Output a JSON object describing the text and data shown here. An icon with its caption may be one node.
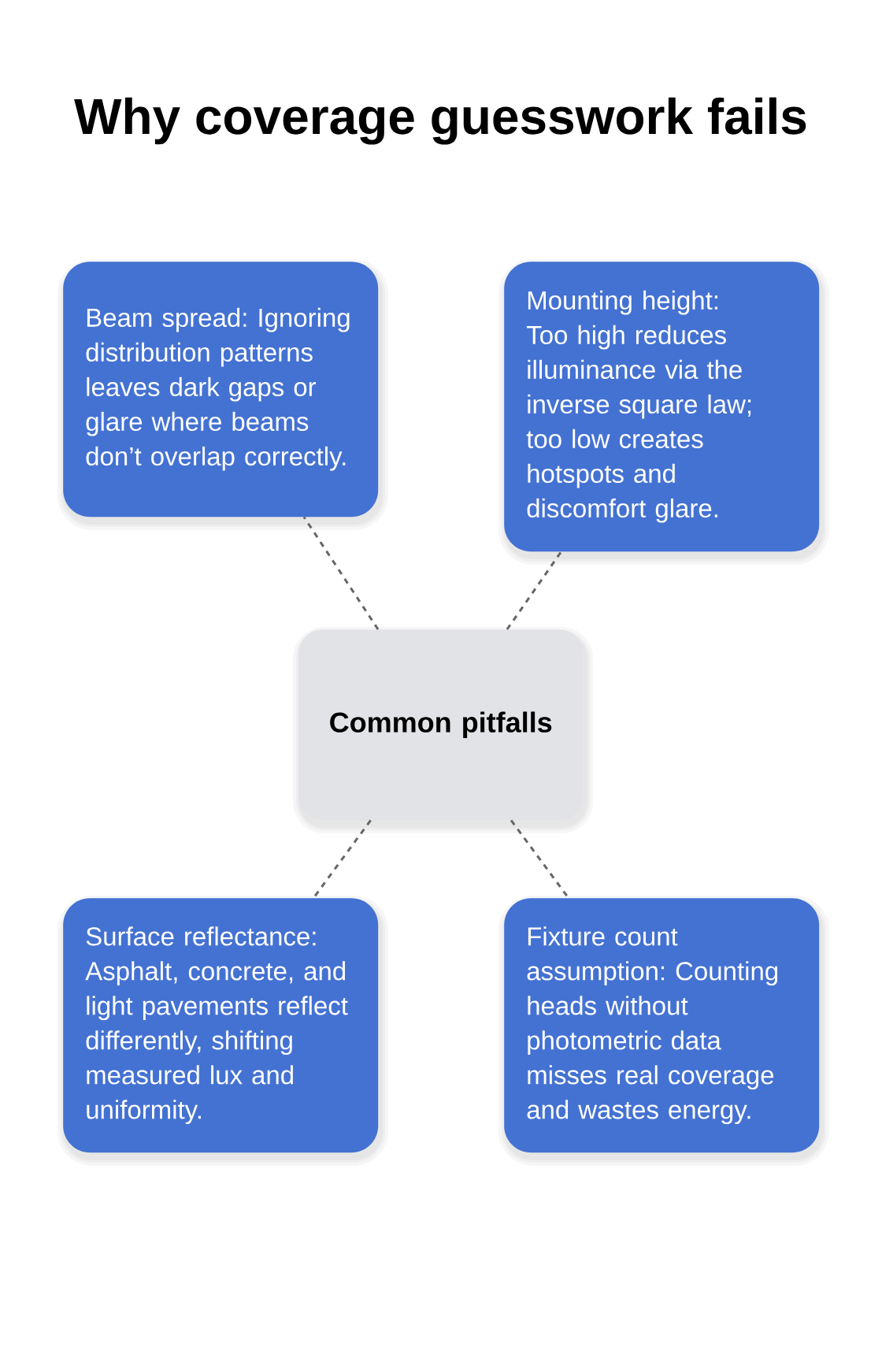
{
  "diagram": {
    "title": "Why coverage guesswork fails",
    "nodes": [
      {
        "text": [
          "Beam spread: Ignoring distribution patterns leaves dark gaps or glare where beams don’t overlap correctly."
        ]
      },
      {
        "text": [
          "Mounting height: Too high reduces illuminance via the inverse square law; too low creates hotspots and discomfort glare."
        ]
      },
      {
        "text": [
          "Common pitfalls"
        ]
      },
      {
        "text": [
          "Surface reflectance: Asphalt, concrete, and light pavements reflect differently, shifting measured lux and uniformity."
        ]
      },
      {
        "text": [
          "Fixture count assumption: Counting heads without photometric data misses real coverage and wastes energy."
        ]
      }
    ],
    "edges": [
      {
        "from": 2,
        "to": 0,
        "arrow": "none"
      },
      {
        "from": 2,
        "to": 1,
        "arrow": "none"
      },
      {
        "from": 2,
        "to": 3,
        "arrow": "none"
      },
      {
        "from": 2,
        "to": 4,
        "arrow": "none"
      }
    ]
  }
}
